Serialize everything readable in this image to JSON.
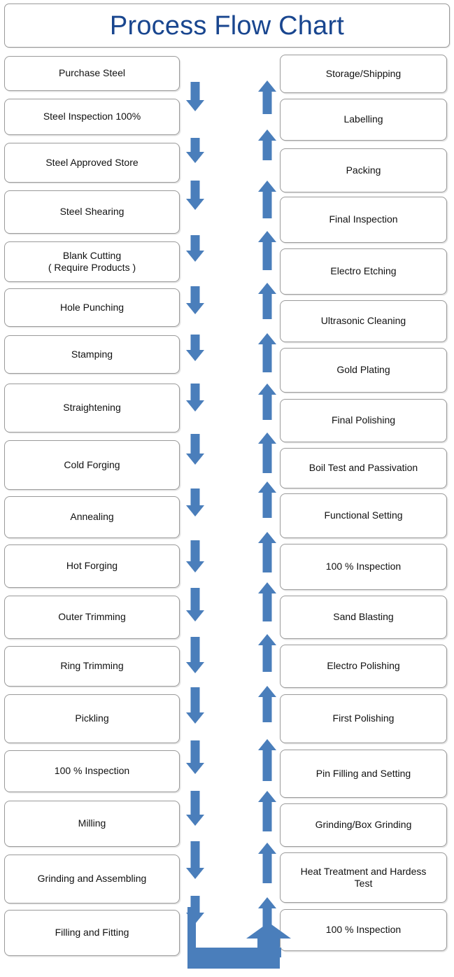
{
  "title": {
    "text": "Process Flow Chart",
    "color": "#19468f"
  },
  "theme": {
    "arrow_color": "#4a7ebb",
    "box_border": "#9a9a9a",
    "box_fill": "#ffffff",
    "text_color": "#111111"
  },
  "flow": {
    "left_column_direction": "down",
    "right_column_direction": "up",
    "left_column": [
      {
        "label": "Purchase Steel"
      },
      {
        "label": "Steel Inspection 100%"
      },
      {
        "label": "Steel Approved Store"
      },
      {
        "label": "Steel Shearing"
      },
      {
        "label": "Blank Cutting\n( Require Products )"
      },
      {
        "label": "Hole Punching"
      },
      {
        "label": "Stamping"
      },
      {
        "label": "Straightening"
      },
      {
        "label": "Cold Forging"
      },
      {
        "label": "Annealing"
      },
      {
        "label": "Hot Forging"
      },
      {
        "label": "Outer Trimming"
      },
      {
        "label": "Ring Trimming"
      },
      {
        "label": "Pickling"
      },
      {
        "label": "100 % Inspection"
      },
      {
        "label": "Milling"
      },
      {
        "label": "Grinding  and Assembling"
      },
      {
        "label": "Filling and Fitting"
      }
    ],
    "right_column": [
      {
        "label": "Storage/Shipping"
      },
      {
        "label": "Labelling"
      },
      {
        "label": "Packing"
      },
      {
        "label": "Final Inspection"
      },
      {
        "label": "Electro Etching"
      },
      {
        "label": "Ultrasonic Cleaning"
      },
      {
        "label": "Gold Plating"
      },
      {
        "label": "Final Polishing"
      },
      {
        "label": "Boil Test and Passivation"
      },
      {
        "label": "Functional Setting"
      },
      {
        "label": "100 % Inspection"
      },
      {
        "label": "Sand Blasting"
      },
      {
        "label": "Electro Polishing"
      },
      {
        "label": "First Polishing"
      },
      {
        "label": "Pin Filling and Setting"
      },
      {
        "label": "Grinding/Box Grinding"
      },
      {
        "label": "Heat Treatment and Hardess\nTest"
      },
      {
        "label": "100 % Inspection"
      }
    ],
    "connector": {
      "name": "bottom-elbow-connector",
      "description": "down-arrow turns right then up into right column"
    }
  }
}
